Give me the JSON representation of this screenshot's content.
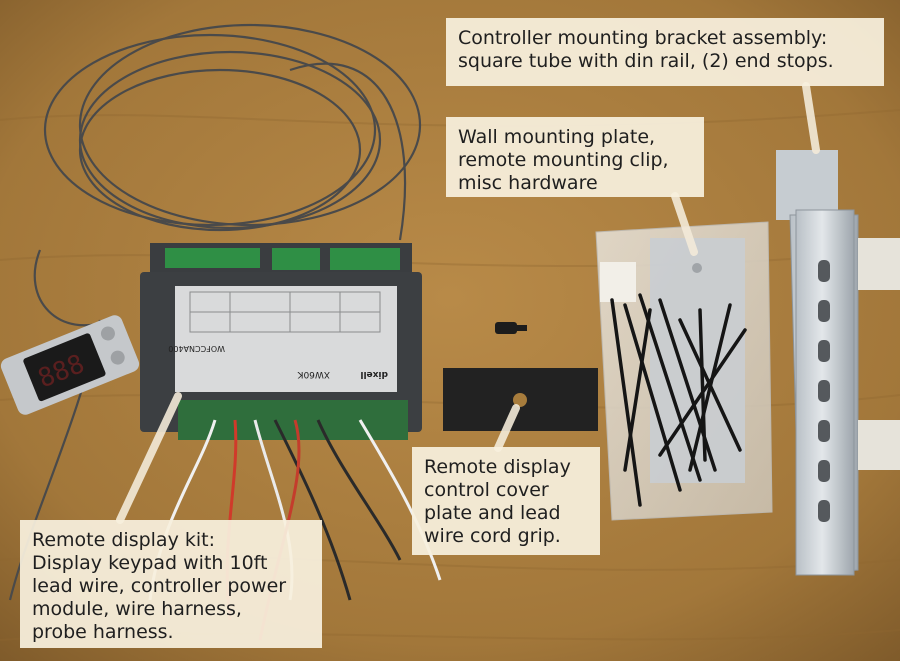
{
  "photo": {
    "subject": "controller-kit-parts",
    "background_color": "#a77c3c",
    "callouts": [
      {
        "id": "bracket",
        "lines": [
          "Controller mounting bracket assembly:",
          "square tube with din rail, (2) end stops."
        ]
      },
      {
        "id": "plate",
        "lines": [
          "Wall mounting plate,",
          "remote mounting clip,",
          "misc hardware"
        ]
      },
      {
        "id": "cover",
        "lines": [
          "Remote display",
          "control cover",
          "plate and lead",
          "wire cord grip."
        ]
      },
      {
        "id": "kit",
        "lines": [
          "Remote display kit:",
          "Display keypad with 10ft",
          "lead wire, controller power",
          "module, wire harness,",
          "probe harness."
        ]
      }
    ],
    "device_labels": {
      "brand": "dixell",
      "model": "XW60K",
      "part_number": "WOFCCNA400",
      "display_readout": "888"
    }
  }
}
